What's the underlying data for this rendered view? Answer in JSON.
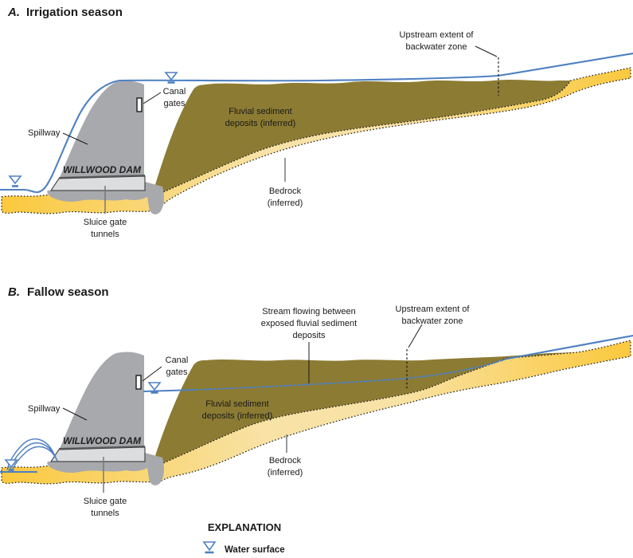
{
  "colors": {
    "water": "#4e80c2",
    "sediment": "#8c7b33",
    "bedrock_main": "#fbc93e",
    "bedrock_pale": "#f8e2a6",
    "dam": "#a7a9ac",
    "dam_light": "#dcddde",
    "leader": "#77787b",
    "text": "#1a1a1a"
  },
  "panels": [
    {
      "letter": "A.",
      "season": "Irrigation season",
      "dam_name": "WILLWOOD DAM",
      "labels": {
        "spillway": "Spillway",
        "canal_1": "Canal",
        "canal_2": "gates",
        "sluice_1": "Sluice gate",
        "sluice_2": "tunnels",
        "sediment_1": "Fluvial sediment",
        "sediment_2": "deposits (inferred)",
        "bedrock_1": "Bedrock",
        "bedrock_2": "(inferred)",
        "upstream_1": "Upstream extent of",
        "upstream_2": "backwater zone"
      }
    },
    {
      "letter": "B.",
      "season": "Fallow season",
      "dam_name": "WILLWOOD DAM",
      "labels": {
        "spillway": "Spillway",
        "canal_1": "Canal",
        "canal_2": "gates",
        "sluice_1": "Sluice gate",
        "sluice_2": "tunnels",
        "sediment_1": "Fluvial sediment",
        "sediment_2": "deposits (inferred)",
        "bedrock_1": "Bedrock",
        "bedrock_2": "(inferred)",
        "upstream_1": "Upstream extent of",
        "upstream_2": "backwater zone",
        "stream_1": "Stream flowing between",
        "stream_2": "exposed fluvial sediment",
        "stream_3": "deposits"
      }
    }
  ],
  "explanation": {
    "heading": "EXPLANATION",
    "water_surface_label": "Water surface"
  }
}
